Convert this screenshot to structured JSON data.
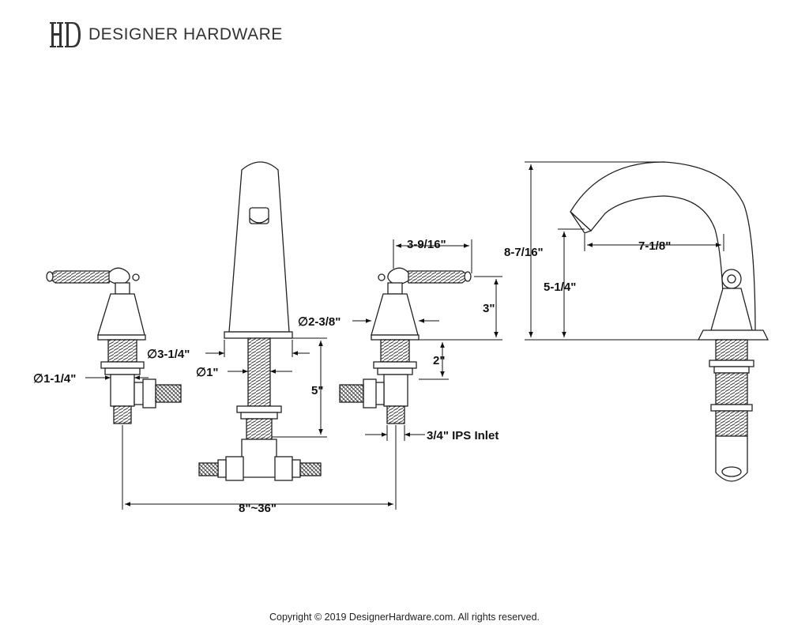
{
  "brand": {
    "monogram": "HD",
    "name": "DESIGNER HARDWARE"
  },
  "dimensions": {
    "left_handle_dia": "∅1-1/4\"",
    "base_dia": "∅3-1/4\"",
    "shank_dia": "∅1\"",
    "shank_len": "5\"",
    "spread": "8\"~36\"",
    "handle_reach": "3-9/16\"",
    "handle_height": "3\"",
    "escutcheon_dia": "∅2-3/8\"",
    "valve_shank": "2\"",
    "inlet": "3/4\" IPS Inlet",
    "total_height": "8-7/16\"",
    "spout_height": "5-1/4\"",
    "spout_reach": "7-1/8\""
  },
  "footer": {
    "copyright": "Copyright © 2019 DesignerHardware.com. All rights reserved."
  }
}
